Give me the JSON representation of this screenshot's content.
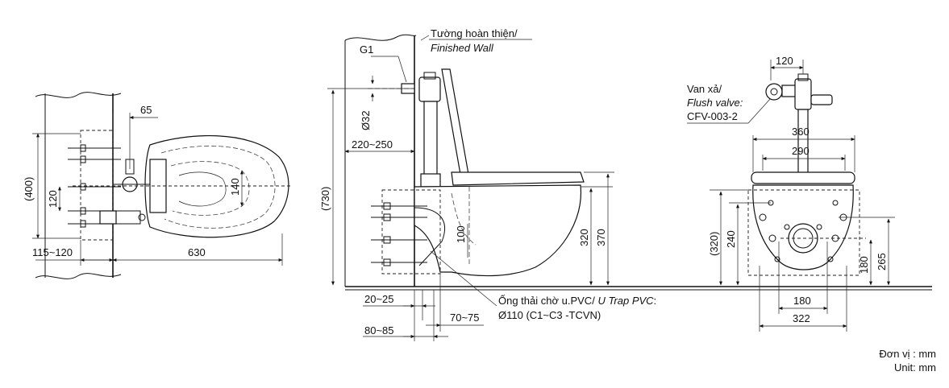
{
  "plan_view": {
    "dim_65": "65",
    "dim_400": "(400)",
    "dim_120": "120",
    "dim_140": "140",
    "dim_115_120": "115~120",
    "dim_630": "630"
  },
  "side_view": {
    "wall_label_vi": "Tường hoàn thiện/",
    "wall_label_en": "Finished Wall",
    "dim_g1": "G1",
    "dim_d32": "Ø32",
    "dim_220_250": "220~250",
    "dim_730": "(730)",
    "dim_100": "100",
    "dim_320": "320",
    "dim_370": "370",
    "dim_20_25": "20~25",
    "dim_80_85": "80~85",
    "dim_70_75": "70~75",
    "pipe_label_vi": "Ống thải chờ u.PVC/",
    "pipe_label_en": "U Trap PVC",
    "pipe_label_colon": ":",
    "pipe_label_line2": "Ø110 (C1~C3 -TCVN)"
  },
  "front_view": {
    "valve_label_vi": "Van xả/",
    "valve_label_en": "Flush valve:",
    "valve_model": "CFV-003-2",
    "dim_120": "120",
    "dim_360": "360",
    "dim_290": "290",
    "dim_320": "(320)",
    "dim_240": "240",
    "dim_265": "265",
    "dim_180v": "180",
    "dim_180h": "180",
    "dim_322": "322"
  },
  "units": {
    "line1": "Đơn vị : mm",
    "line2": "Unit: mm"
  }
}
